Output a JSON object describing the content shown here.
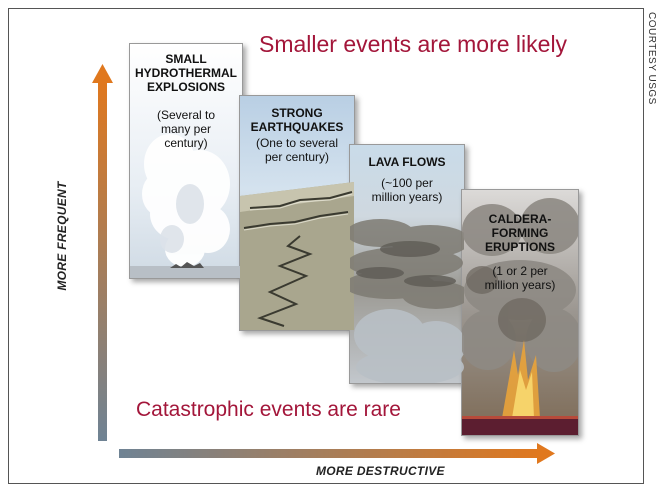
{
  "headline_top": "Smaller events are more likely",
  "headline_bottom": "Catastrophic events are rare",
  "y_axis_label": "MORE FREQUENT",
  "x_axis_label": "MORE DESTRUCTIVE",
  "credit": "COURTESY USGS",
  "colors": {
    "headline": "#a3163a",
    "axis_start": "#6f8394",
    "axis_end": "#e0781e"
  },
  "cards": [
    {
      "title_lines": [
        "SMALL",
        "HYDROTHERMAL",
        "EXPLOSIONS"
      ],
      "note_lines": [
        "(Several to",
        "many per",
        "century)"
      ]
    },
    {
      "title_lines": [
        "STRONG",
        "EARTHQUAKES"
      ],
      "note_lines": [
        "(One to several",
        "per century)"
      ]
    },
    {
      "title_lines": [
        "LAVA FLOWS"
      ],
      "note_lines": [
        "(~100 per",
        "million years)"
      ]
    },
    {
      "title_lines": [
        "CALDERA-",
        "FORMING",
        "ERUPTIONS"
      ],
      "note_lines": [
        "(1 or 2 per",
        "million years)"
      ]
    }
  ]
}
